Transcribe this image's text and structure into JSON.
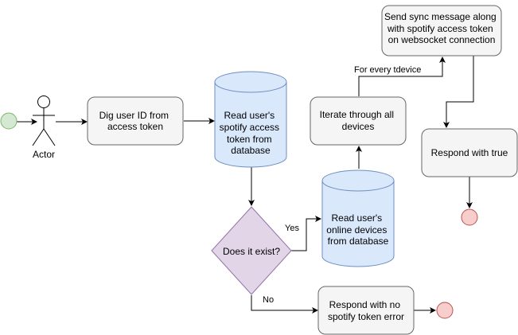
{
  "nodes": {
    "start": {
      "type": "start"
    },
    "actor": {
      "label": "Actor"
    },
    "dig_user_id": {
      "lines": [
        "Dig user ID from",
        "access token"
      ]
    },
    "read_token_db": {
      "lines": [
        "Read user's",
        "spotify access",
        "token from",
        "database"
      ]
    },
    "does_it_exist": {
      "lines": [
        "Does it exist?"
      ]
    },
    "read_devices_db": {
      "lines": [
        "Read user's",
        "online devices",
        "from database"
      ]
    },
    "iterate_devices": {
      "lines": [
        "Iterate through all",
        "devices"
      ]
    },
    "send_sync": {
      "lines": [
        "Send sync message along",
        "with spotify access token",
        "on websocket connection"
      ]
    },
    "respond_true": {
      "lines": [
        "Respond with true"
      ]
    },
    "respond_error": {
      "lines": [
        "Respond with no",
        "spotify token error"
      ]
    },
    "end_true": {
      "type": "end"
    },
    "end_error": {
      "type": "end"
    }
  },
  "edges": {
    "yes_label": "Yes",
    "no_label": "No",
    "for_every_label": "For every tdevice"
  }
}
